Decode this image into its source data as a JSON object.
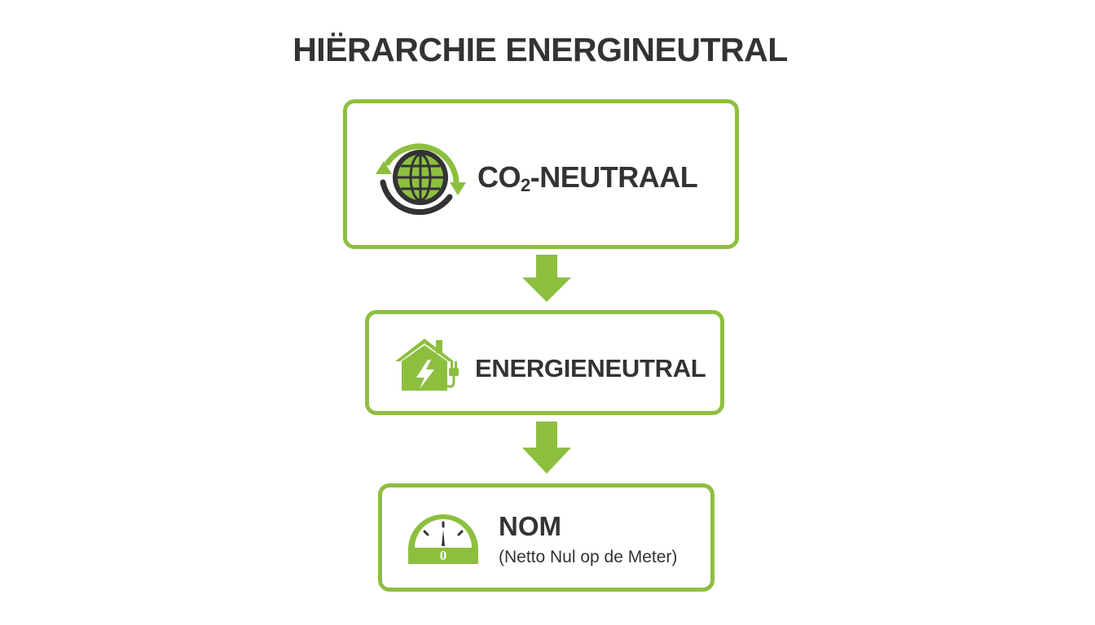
{
  "title": "HIËRARCHIE ENERGINEUTRAL",
  "levels": [
    {
      "label_main": "CO",
      "label_sub": "2",
      "label_rest": "-NEUTRAAL",
      "icon": "globe-recycle-icon"
    },
    {
      "label": "ENERGIENEUTRAL",
      "icon": "house-lightning-plug-icon"
    },
    {
      "label": "NOM",
      "sublabel": "(Netto Nul op de Meter)",
      "icon": "energy-meter-icon",
      "meter_value": "0"
    }
  ],
  "colors": {
    "accent": "#8dbf3f",
    "text": "#333333",
    "background": "#ffffff"
  }
}
